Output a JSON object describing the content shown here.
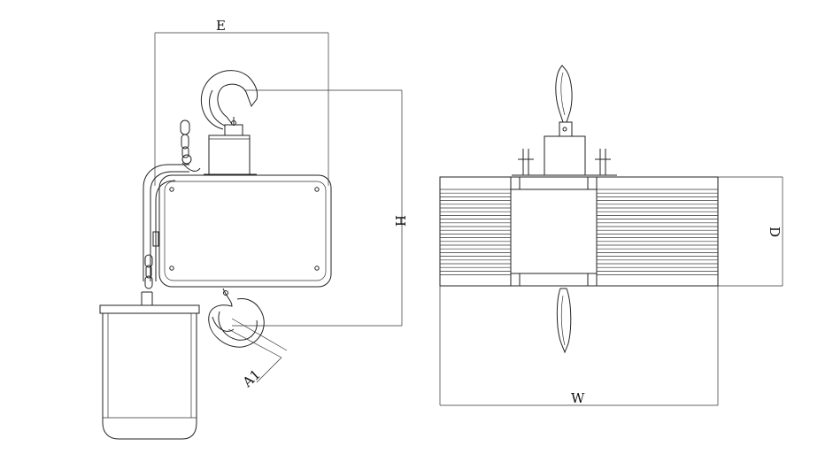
{
  "diagram": {
    "labels": {
      "E": "E",
      "H": "H",
      "A1": "A1",
      "D": "D",
      "W": "W"
    }
  },
  "colors": {
    "line": "#222222",
    "background": "#ffffff"
  }
}
